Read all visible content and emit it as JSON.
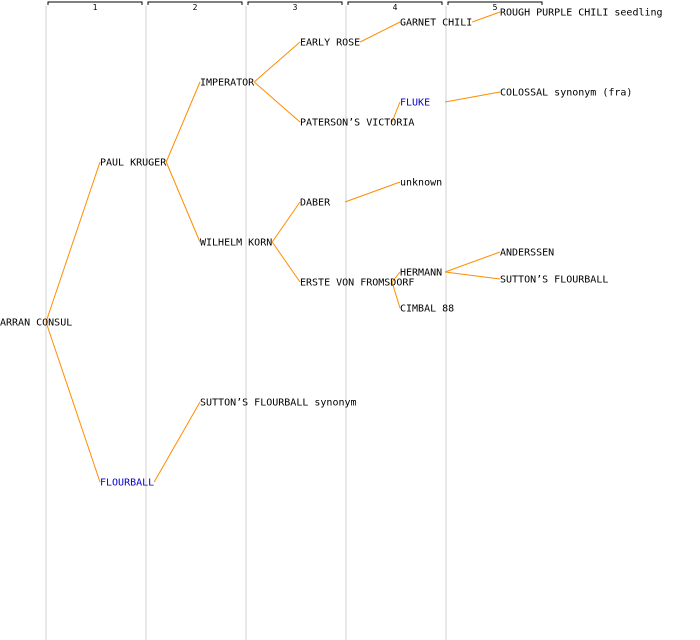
{
  "colors": {
    "edge": "#ff8c00",
    "text": "#000000",
    "link": "#0000cc",
    "column_line": "#e8e8e8",
    "bracket": "#000000"
  },
  "generations": [
    "1",
    "2",
    "3",
    "4",
    "5"
  ],
  "nodes": [
    {
      "id": "arran-consul",
      "label": "ARRAN CONSUL",
      "col": 0,
      "link": false
    },
    {
      "id": "paul-kruger",
      "label": "PAUL KRUGER",
      "col": 1,
      "link": false
    },
    {
      "id": "flourball",
      "label": "FLOURBALL",
      "col": 1,
      "link": true
    },
    {
      "id": "imperator",
      "label": "IMPERATOR",
      "col": 2,
      "link": false
    },
    {
      "id": "wilhelm-korn",
      "label": "WILHELM KORN",
      "col": 2,
      "link": false
    },
    {
      "id": "suttons-flourball-synonym",
      "label": "SUTTON’S FLOURBALL synonym",
      "col": 2,
      "link": false
    },
    {
      "id": "early-rose",
      "label": "EARLY ROSE",
      "col": 3,
      "link": false
    },
    {
      "id": "patersons-victoria",
      "label": "PATERSON’S VICTORIA",
      "col": 3,
      "link": false
    },
    {
      "id": "daber",
      "label": "DABER",
      "col": 3,
      "link": false
    },
    {
      "id": "erste-von-fromsdorf",
      "label": "ERSTE VON FROMSDORF",
      "col": 3,
      "link": false
    },
    {
      "id": "garnet-chili",
      "label": "GARNET CHILI",
      "col": 4,
      "link": false
    },
    {
      "id": "fluke",
      "label": "FLUKE",
      "col": 4,
      "link": true
    },
    {
      "id": "unknown",
      "label": "unknown",
      "col": 4,
      "link": false
    },
    {
      "id": "hermann",
      "label": "HERMANN",
      "col": 4,
      "link": false
    },
    {
      "id": "cimbal-88",
      "label": "CIMBAL 88",
      "col": 4,
      "link": false
    },
    {
      "id": "rough-purple-chili-seedling",
      "label": "ROUGH PURPLE CHILI seedling",
      "col": 5,
      "link": false
    },
    {
      "id": "colossal-synonym-fra",
      "label": "COLOSSAL synonym (fra)",
      "col": 5,
      "link": false
    },
    {
      "id": "anderssen",
      "label": "ANDERSSEN",
      "col": 5,
      "link": false
    },
    {
      "id": "suttons-flourball",
      "label": "SUTTON’S FLOURBALL",
      "col": 5,
      "link": false
    }
  ],
  "edges": [
    [
      "arran-consul",
      "paul-kruger"
    ],
    [
      "arran-consul",
      "flourball"
    ],
    [
      "paul-kruger",
      "imperator"
    ],
    [
      "paul-kruger",
      "wilhelm-korn"
    ],
    [
      "flourball",
      "suttons-flourball-synonym"
    ],
    [
      "imperator",
      "early-rose"
    ],
    [
      "imperator",
      "patersons-victoria"
    ],
    [
      "wilhelm-korn",
      "daber"
    ],
    [
      "wilhelm-korn",
      "erste-von-fromsdorf"
    ],
    [
      "early-rose",
      "garnet-chili"
    ],
    [
      "patersons-victoria",
      "fluke"
    ],
    [
      "daber",
      "unknown"
    ],
    [
      "erste-von-fromsdorf",
      "hermann"
    ],
    [
      "erste-von-fromsdorf",
      "cimbal-88"
    ],
    [
      "garnet-chili",
      "rough-purple-chili-seedling"
    ],
    [
      "fluke",
      "colossal-synonym-fra"
    ],
    [
      "hermann",
      "anderssen"
    ],
    [
      "hermann",
      "suttons-flourball"
    ]
  ]
}
